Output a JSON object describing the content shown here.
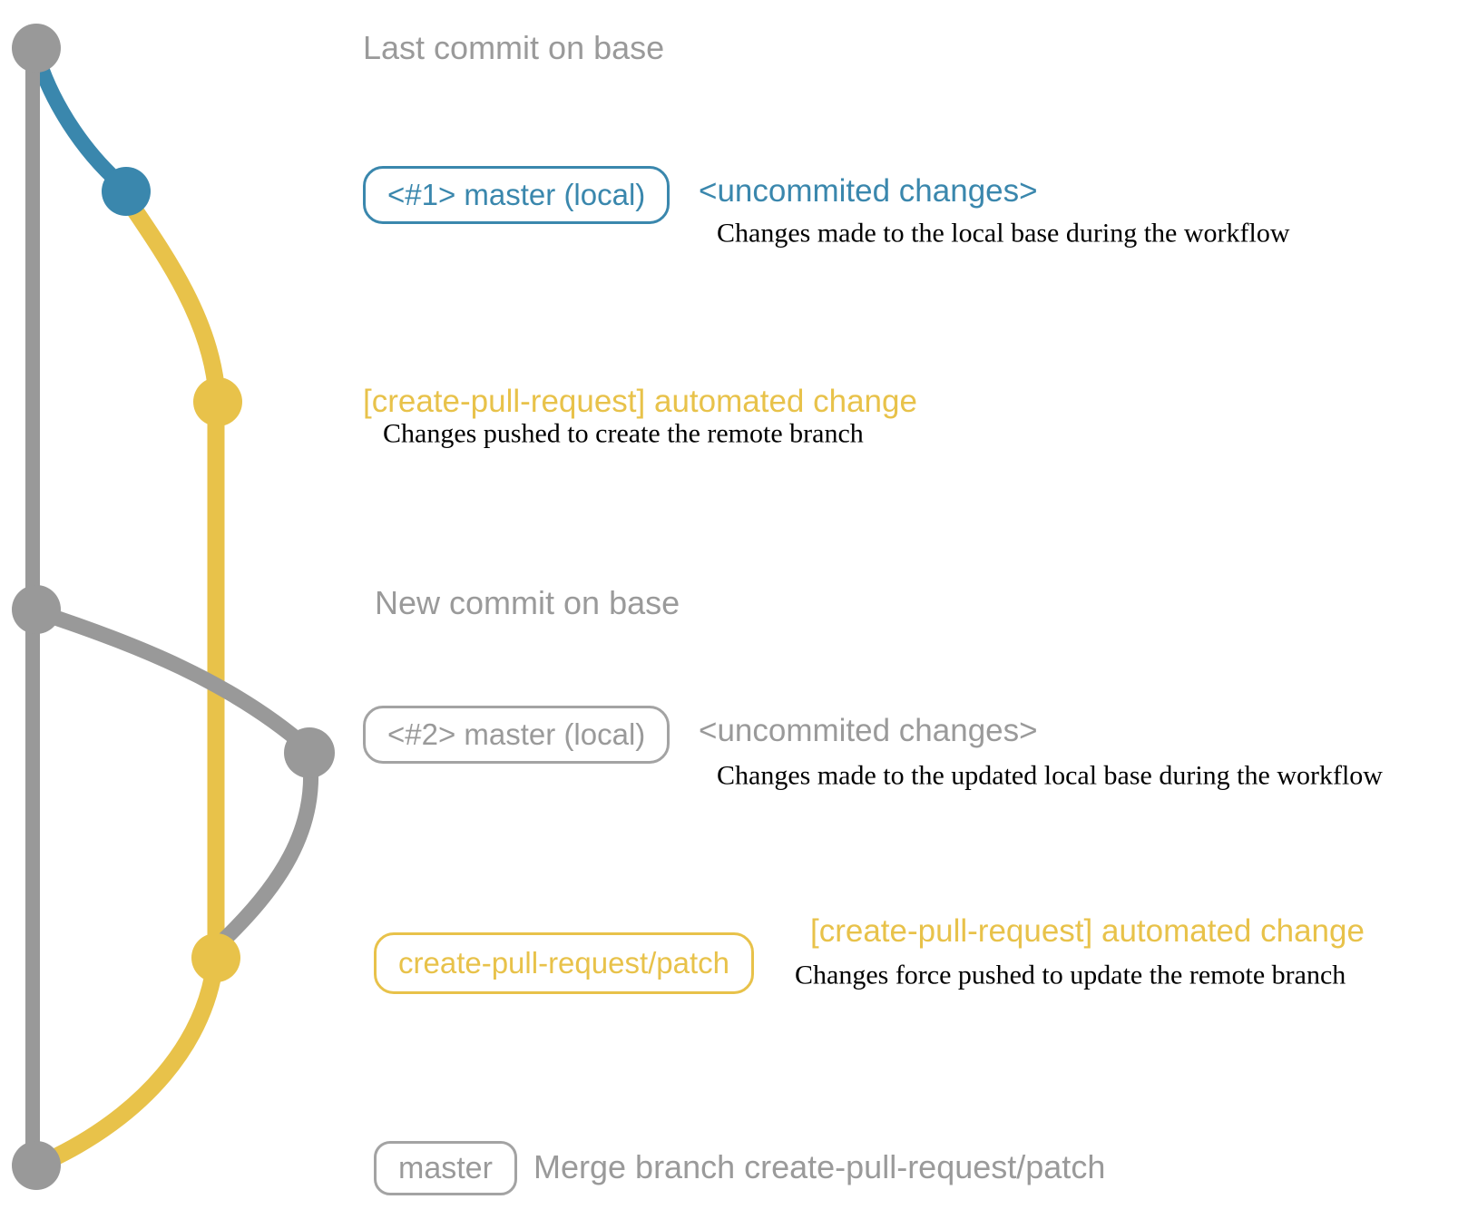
{
  "colors": {
    "base_branch": "#999999",
    "local_branch": "#3a87ad",
    "remote_branch": "#e8c24a",
    "description_text": "#000000",
    "muted_text": "#9a9a9a"
  },
  "annotations": {
    "row1": {
      "title": "Last commit on base"
    },
    "row2": {
      "badge": "<#1> master (local)",
      "note": "<uncommited changes>",
      "description": "Changes made to the local base during the workflow"
    },
    "row3": {
      "note": "[create-pull-request] automated change",
      "description": "Changes pushed to create the remote branch"
    },
    "row4": {
      "title": "New commit on base"
    },
    "row5": {
      "badge": "<#2> master (local)",
      "note": "<uncommited changes>",
      "description": "Changes made to the updated local base during the workflow"
    },
    "row6": {
      "badge": "create-pull-request/patch",
      "note": "[create-pull-request] automated change",
      "description": "Changes force pushed to update the remote branch"
    },
    "row7": {
      "badge": "master",
      "note": "Merge branch create-pull-request/patch"
    }
  }
}
